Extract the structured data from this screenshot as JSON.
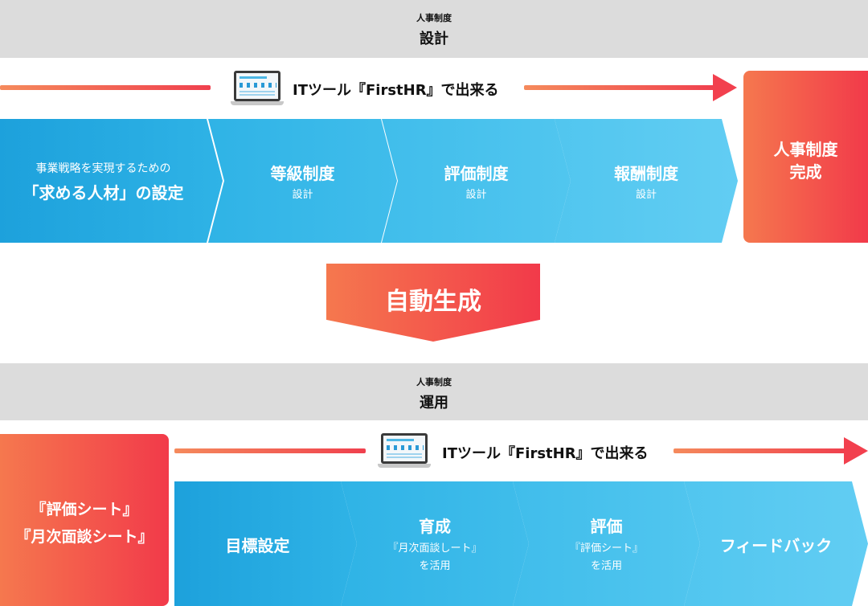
{
  "design": {
    "band": {
      "small": "人事制度",
      "big": "設計"
    },
    "it_label": "ITツール『FirstHR』で出来る",
    "steps": [
      {
        "line1": "事業戦略を実現するための",
        "line2": "「求める人材」の設定"
      },
      {
        "title": "等級制度",
        "sub": "設計"
      },
      {
        "title": "評価制度",
        "sub": "設計"
      },
      {
        "title": "報酬制度",
        "sub": "設計"
      }
    ],
    "complete": {
      "line1": "人事制度",
      "line2": "完成"
    }
  },
  "auto_generate": "自動生成",
  "operation": {
    "band": {
      "small": "人事制度",
      "big": "運用"
    },
    "it_label": "ITツール『FirstHR』で出来る",
    "sheets": {
      "line1": "『評価シート』",
      "line2": "『月次面談シート』"
    },
    "steps": [
      {
        "title": "目標設定"
      },
      {
        "title": "育成",
        "sub1": "『月次面談しート』",
        "sub2": "を活用"
      },
      {
        "title": "評価",
        "sub1": "『評価シート』",
        "sub2": "を活用"
      },
      {
        "title": "フィードバック"
      }
    ]
  },
  "colors": {
    "chevron_dark": "#1da1dc",
    "chevron_light": "#62cdf3",
    "accent_from": "#f5784e",
    "accent_to": "#f23a4a",
    "band": "#dcdcdc"
  },
  "icons": {
    "laptop": "laptop-icon",
    "arrow": "arrow-right-icon"
  }
}
